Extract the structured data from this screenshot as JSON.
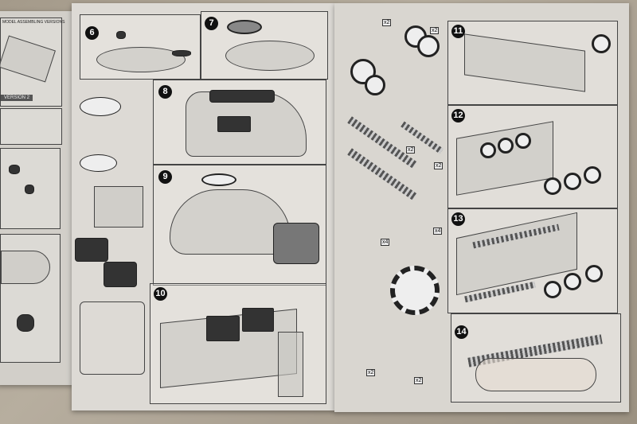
{
  "left_page": {
    "header": "MODEL ASSEMBLING VERSIONS",
    "version_label": "VERSION 2"
  },
  "middle_page": {
    "steps": [
      {
        "number": "6"
      },
      {
        "number": "7"
      },
      {
        "number": "8"
      },
      {
        "number": "9"
      },
      {
        "number": "10"
      }
    ]
  },
  "right_page": {
    "steps": [
      {
        "number": "11"
      },
      {
        "number": "12"
      },
      {
        "number": "13"
      },
      {
        "number": "14"
      }
    ],
    "quantity_labels": [
      "x2",
      "x2",
      "x2",
      "x2",
      "x4",
      "x4",
      "x2",
      "x2"
    ]
  }
}
